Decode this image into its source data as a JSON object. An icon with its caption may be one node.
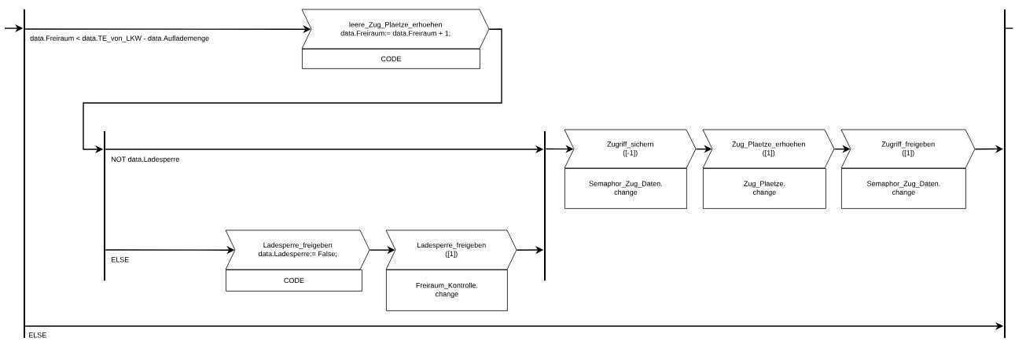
{
  "diagram": {
    "nodes": [
      {
        "text": [],
        "shape": "bar"
      },
      {
        "text": [
          "leere_Zug_Plaetze_erhoehen",
          "data.Freiraum:= data.Freiraum + 1;",
          "CODE"
        ]
      },
      {
        "text": [],
        "shape": "bar"
      },
      {
        "text": [
          "Ladesperre_freigeben",
          "data.Ladesperre:= False;",
          "CODE"
        ]
      },
      {
        "text": [
          "Ladesperre_freigeben",
          "([1])",
          "Freiraum_Kontrolle. change"
        ]
      },
      {
        "text": [],
        "shape": "bar"
      },
      {
        "text": [
          "Zugriff_sichern",
          "([-1])",
          "Semaphor_Zug_Daten. change"
        ]
      },
      {
        "text": [
          "Zug_Plaetze_erhoehen",
          "([1])",
          "Zug_Plaetze. change"
        ]
      },
      {
        "text": [
          "Zugriff_freigeben",
          "([1])",
          "Semaphor_Zug_Daten. change"
        ]
      },
      {
        "text": [],
        "shape": "bar"
      }
    ],
    "edges": [
      {
        "from": null,
        "to": 0,
        "arrow": "to"
      },
      {
        "from": 0,
        "to": 1,
        "arrow": "to",
        "label": "data.Freiraum < data.TE_von_LKW - data.Auflademenge"
      },
      {
        "from": 1,
        "to": 2,
        "arrow": "to"
      },
      {
        "from": 2,
        "to": 5,
        "arrow": "to",
        "label": "NOT data.Ladesperre"
      },
      {
        "from": 2,
        "to": 3,
        "arrow": "to",
        "label": "ELSE"
      },
      {
        "from": 3,
        "to": 4,
        "arrow": "to"
      },
      {
        "from": 4,
        "to": 5,
        "arrow": "to"
      },
      {
        "from": 5,
        "to": 6,
        "arrow": "to"
      },
      {
        "from": 6,
        "to": 7,
        "arrow": "to"
      },
      {
        "from": 7,
        "to": 8,
        "arrow": "to"
      },
      {
        "from": 8,
        "to": 9,
        "arrow": "to"
      },
      {
        "from": 0,
        "to": 9,
        "arrow": "to",
        "label": "ELSE"
      },
      {
        "from": 9,
        "to": null,
        "arrow": "none"
      }
    ]
  }
}
